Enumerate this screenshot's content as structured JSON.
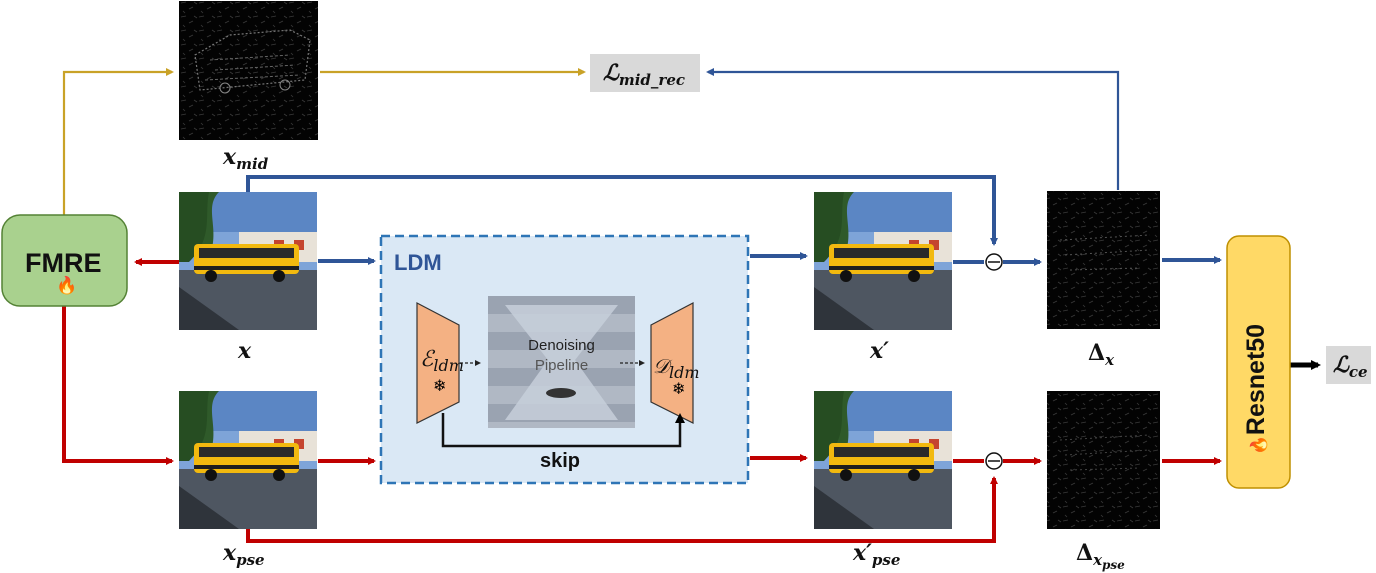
{
  "modules": {
    "fmre": "FMRE",
    "ldm": "LDM",
    "denoising_line1": "Denoising",
    "denoising_line2": "Pipeline",
    "skip": "skip",
    "resnet": "Resnet50",
    "encoder": "ℰ",
    "encoder_sub": "ldm",
    "decoder": "𝒟",
    "decoder_sub": "ldm"
  },
  "losses": {
    "mid_rec": "ℒ",
    "mid_rec_sub": "mid_rec",
    "ce": "ℒ",
    "ce_sub": "ce"
  },
  "labels": {
    "x_mid": "x",
    "x_mid_sub": "mid",
    "x": "x",
    "x_pse": "x",
    "x_pse_sub": "pse",
    "x_prime": "x′",
    "x_prime_pse": "x′",
    "x_prime_pse_sub": "pse",
    "delta_x": "Δ",
    "delta_x_sub": "x",
    "delta_x_pse": "Δ",
    "delta_x_pse_sub": "x",
    "delta_x_pse_subsub": "pse"
  },
  "icons": {
    "fire": "fire-icon",
    "snowflake": "snowflake-icon"
  },
  "colors": {
    "blue": "#2f5597",
    "red": "#c00000",
    "gold": "#c9a227",
    "fmre_fill": "#a9d18e",
    "ldm_fill": "#dae8f5",
    "encoder_fill": "#f4b183",
    "resnet_fill": "#ffd966",
    "loss_fill": "#d9d9d9"
  }
}
